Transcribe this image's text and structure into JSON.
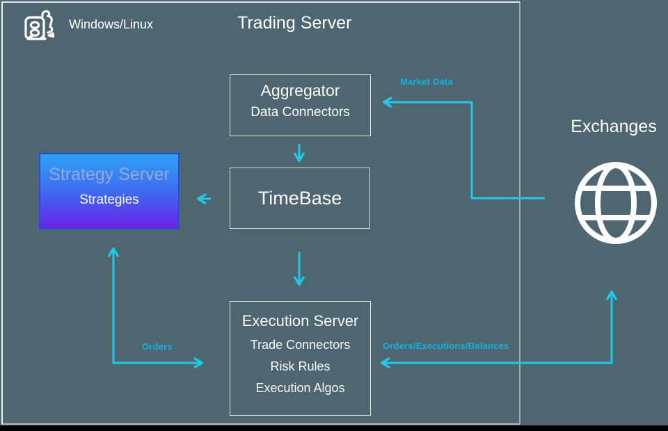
{
  "header": {
    "platform_label": "Windows/Linux",
    "platform_icon": "windows-linux-icon",
    "title": "Trading Server"
  },
  "nodes": {
    "aggregator": {
      "title": "Aggregator",
      "subtitle": "Data Connectors"
    },
    "timebase": {
      "title": "TimeBase"
    },
    "strategy": {
      "title": "Strategy Server",
      "subtitle": "Strategies"
    },
    "execution": {
      "title": "Execution Server",
      "items": [
        "Trade Connectors",
        "Risk Rules",
        "Execution Algos"
      ]
    }
  },
  "exchanges": {
    "label": "Exchanges",
    "icon": "globe-icon"
  },
  "flows": {
    "market_data": "Market Data",
    "orders": "Orders",
    "orders_executions_balances": "Orders/Executions/Balances"
  },
  "colors": {
    "background": "#4D666F",
    "frame_light": "#EFEFEF",
    "frame_dark": "#A8A8A8",
    "node_border": "#E3E3E3",
    "arrow_cyan": "#1FC9E8",
    "label_cyan": "#13B2DF",
    "strategy_gradient_top": "#2EA3F6",
    "strategy_gradient_bottom": "#6A22E8",
    "strategy_title_text": "#98A8D8",
    "text": "#FDFDFD"
  }
}
